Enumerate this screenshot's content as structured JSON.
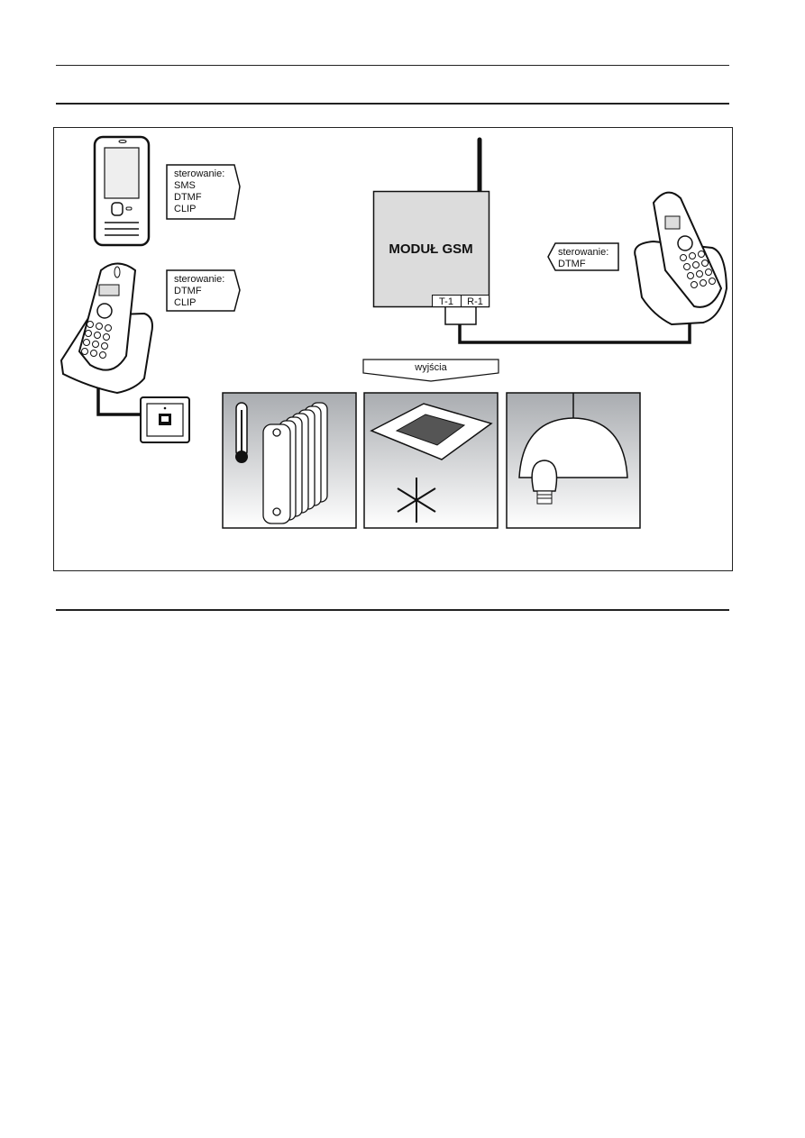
{
  "diagram": {
    "mobile_label": {
      "title": "sterowanie:",
      "lines": [
        "SMS",
        "DTMF",
        "CLIP"
      ]
    },
    "cordless_label": {
      "title": "sterowanie:",
      "lines": [
        "DTMF",
        "CLIP"
      ]
    },
    "right_phone_label": {
      "title": "sterowanie:",
      "lines": [
        "DTMF"
      ]
    },
    "module_title": "MODUŁ GSM",
    "terminal_t": "T-1",
    "terminal_r": "R-1",
    "outputs_label": "wyjścia",
    "outputs": [
      "heating-radiator-icon",
      "air-conditioner-icon",
      "lamp-icon"
    ],
    "colors": {
      "module_fill": "#dcdcdc",
      "panel_gradient_top": "#a9acb0",
      "panel_gradient_bottom": "#ffffff"
    }
  }
}
